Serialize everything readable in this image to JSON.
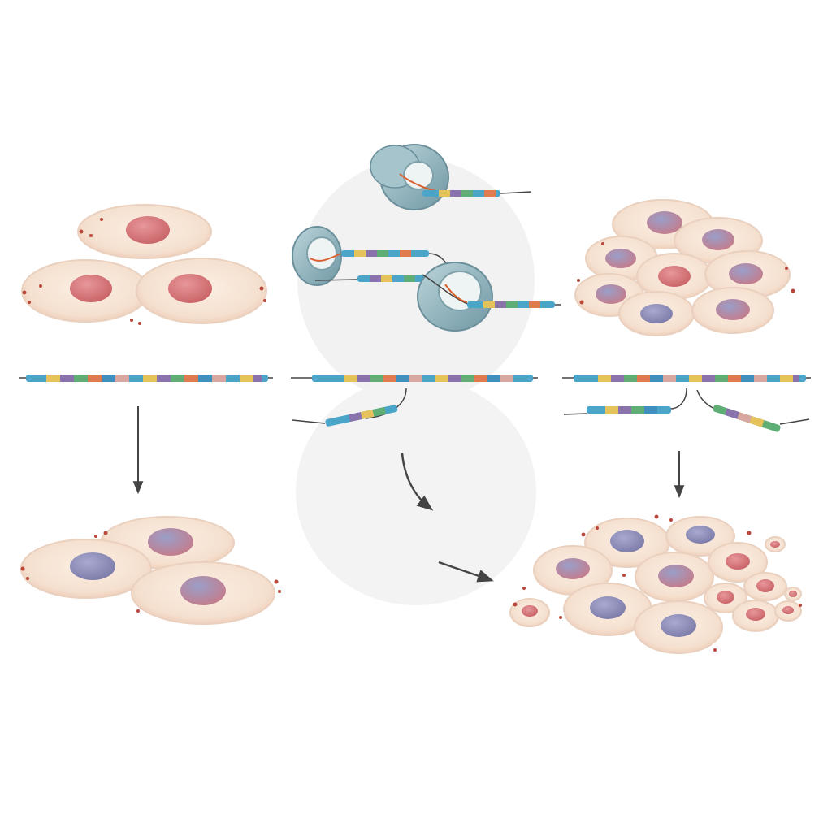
{
  "figure": {
    "background": "#ffffff",
    "colors": {
      "cytoplasm": "#f6e3d4",
      "cytoplasm_edge": "#e9c9b3",
      "nucleus_healthy": "#d9787a",
      "nucleus_altered": "#8f8fb8",
      "membrane_marks": "#b8483c",
      "arrow": "#444444",
      "ring_protein": "#8fb3bd",
      "halo": "#f2f2f2",
      "dna_segments": [
        "#4aa5c8",
        "#e6c25a",
        "#8a73ad",
        "#5fae76",
        "#e07b4d",
        "#3f8fc0",
        "#d8a8a0"
      ]
    },
    "panels": [
      {
        "id": "left",
        "top": "normal-cell-cluster",
        "bottom": "altered-cell-cluster",
        "connector": "down-arrow"
      },
      {
        "id": "center",
        "top": "ring-protein-complexes-on-dna",
        "bottom": "curved-arrows-to-right"
      },
      {
        "id": "right",
        "top": "dense-cell-cluster",
        "bottom": "proliferating-cell-cluster",
        "connector": "down-arrow"
      }
    ],
    "dna_strands": [
      {
        "panel": "left",
        "state": "intact"
      },
      {
        "panel": "center",
        "state": "branch-break"
      },
      {
        "panel": "right",
        "state": "double-break"
      }
    ],
    "labels": []
  }
}
